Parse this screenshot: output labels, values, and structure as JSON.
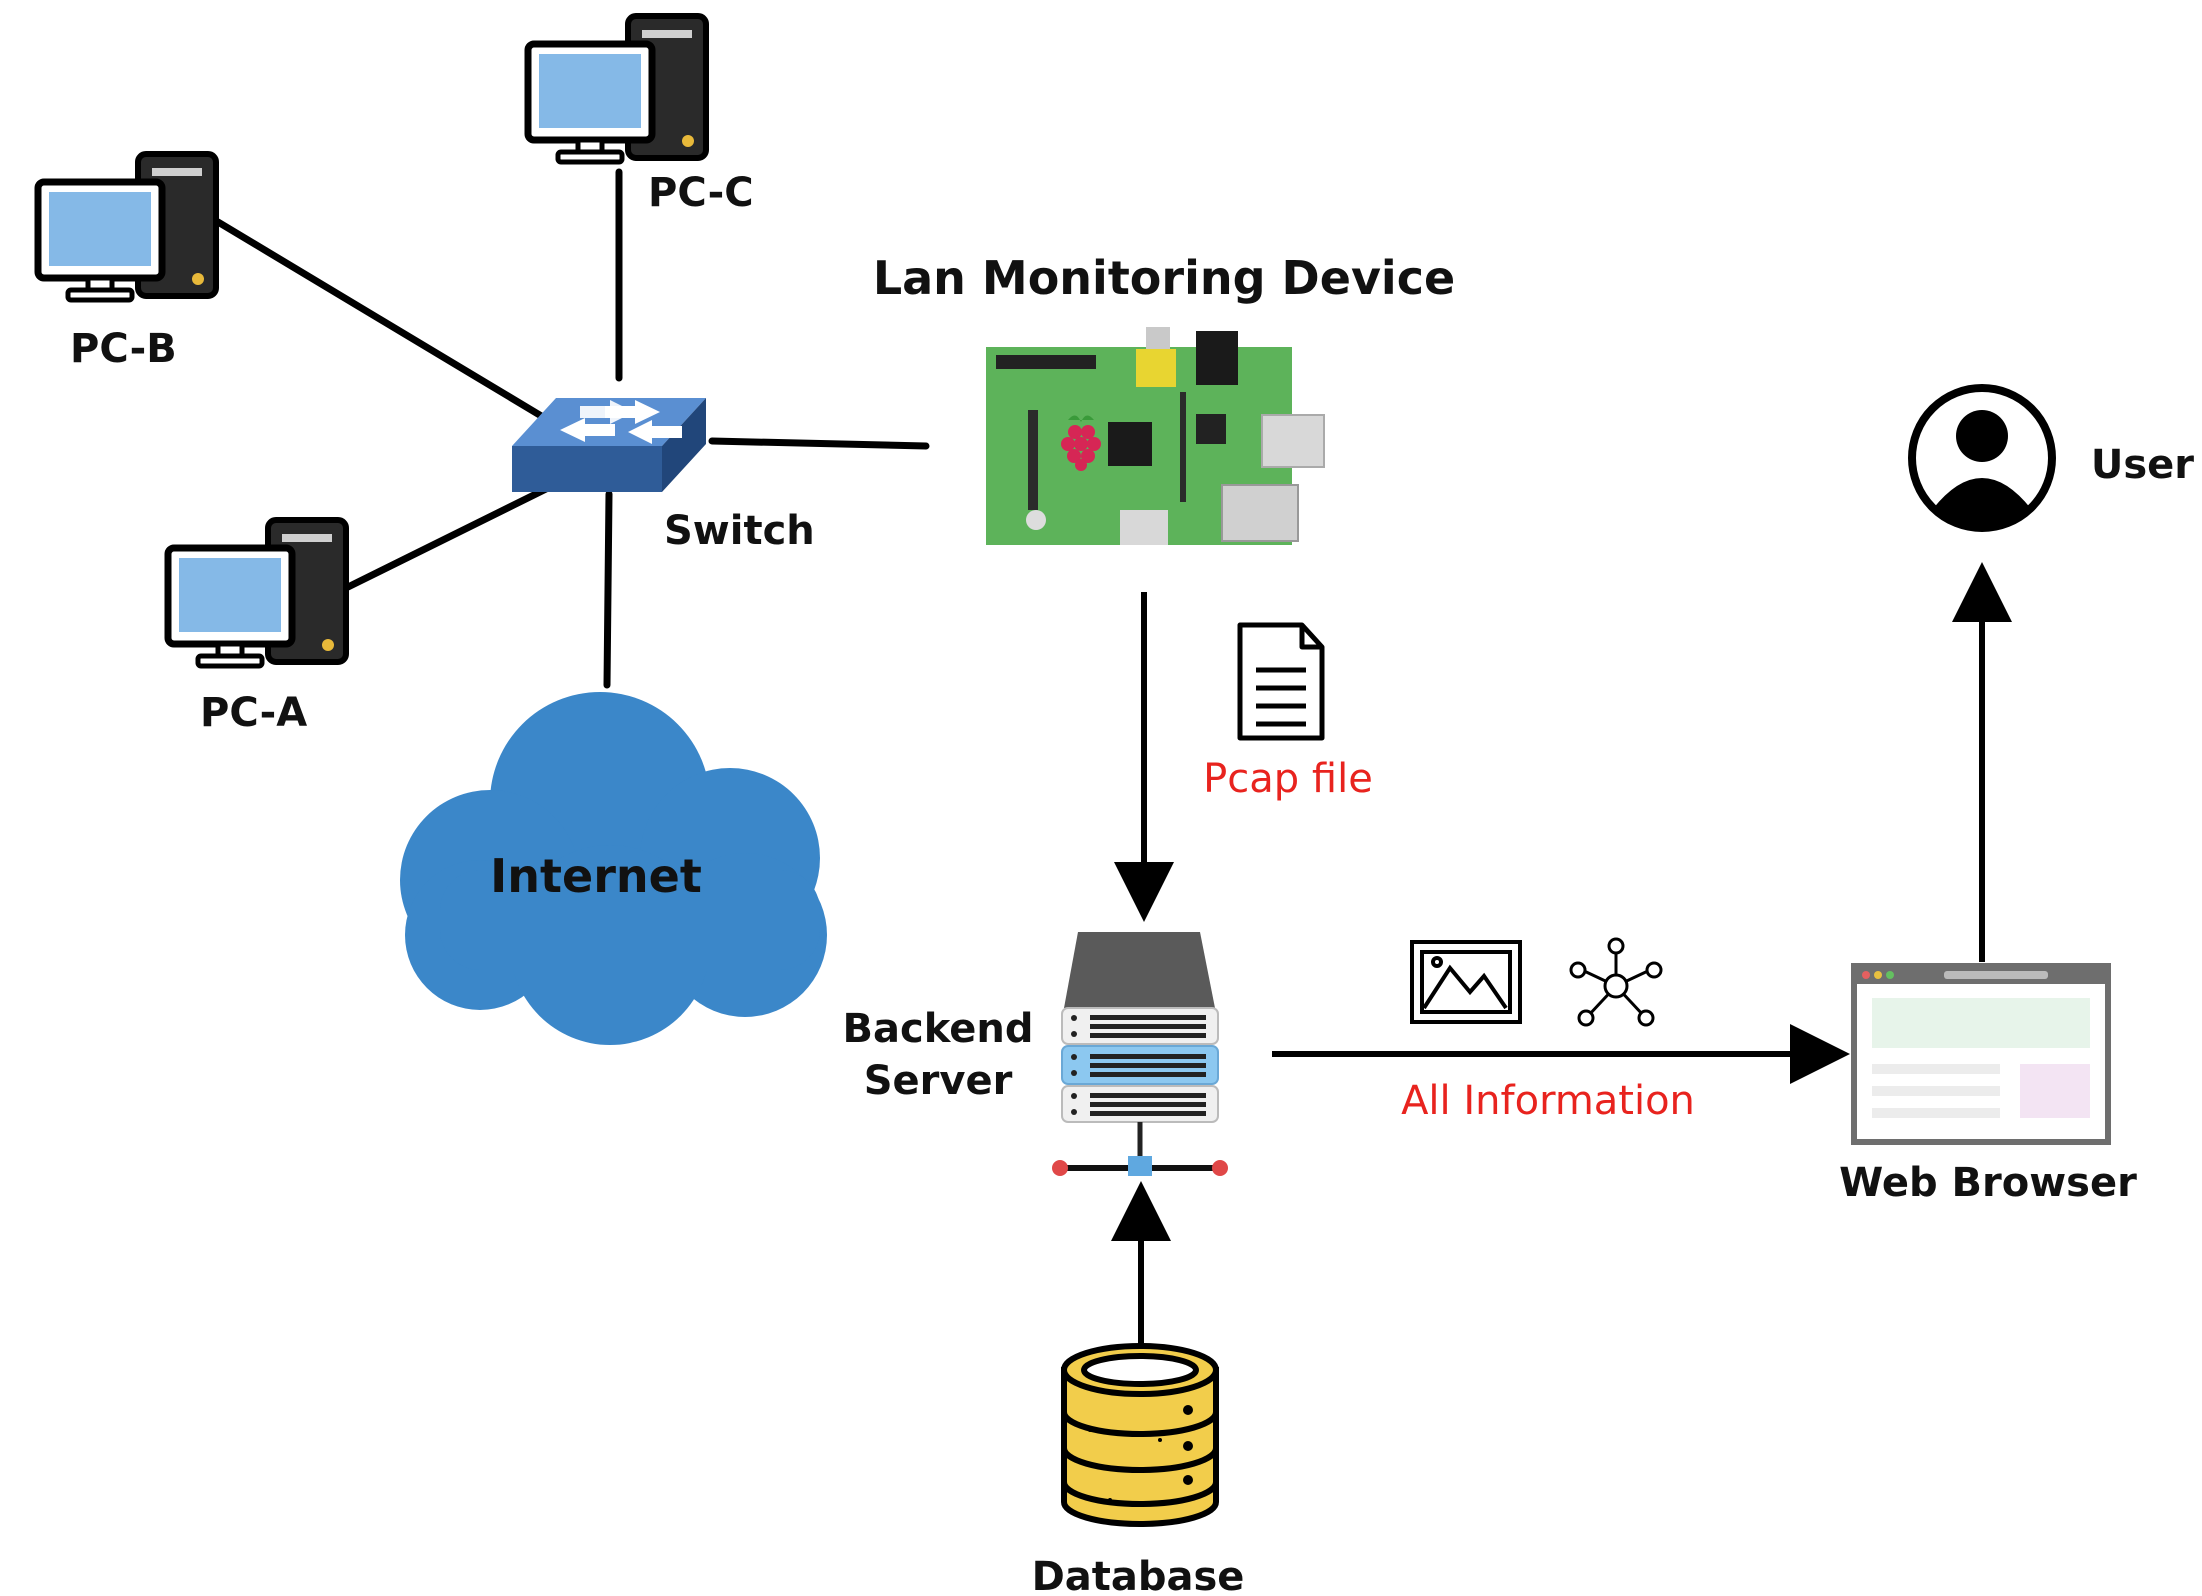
{
  "labels": {
    "pc_c": "PC-C",
    "pc_b": "PC-B",
    "pc_a": "PC-A",
    "switch": "Switch",
    "internet": "Internet",
    "lan_device": "Lan Monitoring Device",
    "pcap": "Pcap file",
    "backend_line1": "Backend",
    "backend_line2": "Server",
    "all_info": "All Information",
    "web_browser": "Web Browser",
    "user": "User",
    "database": "Database"
  },
  "icons": {
    "computers": "desktop-computer-icon",
    "switch": "network-switch-icon",
    "cloud": "cloud-icon",
    "raspberry_pi": "raspberry-pi-board-icon",
    "file": "document-file-icon",
    "server": "server-rack-icon",
    "database": "database-icon",
    "image": "image-icon",
    "graph": "network-graph-icon",
    "browser": "browser-window-icon",
    "user": "user-avatar-icon"
  },
  "colors": {
    "cloud": "#3b87c9",
    "monitor_screen": "#85b9e7",
    "switch": "#3a6fb3",
    "pi_board": "#5db35a",
    "database": "#f2cd4b",
    "accent_text": "#e8231e",
    "server_highlight": "#8cc8f0"
  }
}
